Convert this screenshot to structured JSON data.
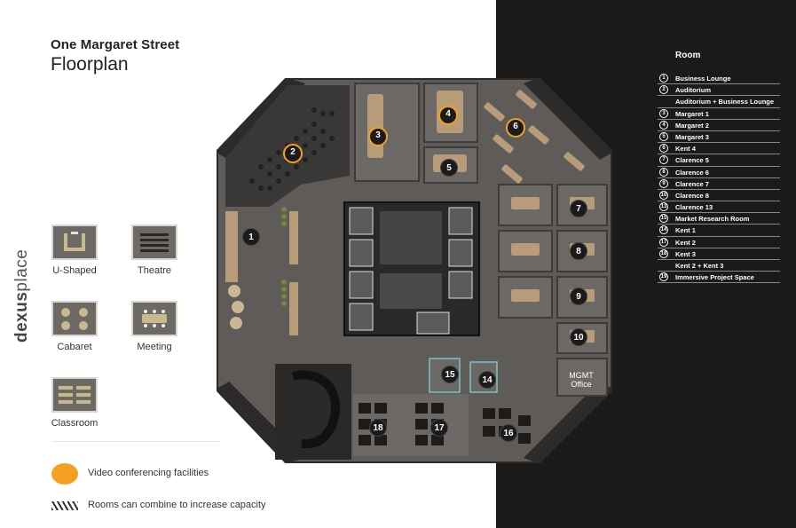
{
  "title": {
    "line1": "One Margaret Street",
    "line2": "Floorplan"
  },
  "brand": {
    "part1": "dexus",
    "part2": "place"
  },
  "layouts": [
    {
      "label": "U-Shaped"
    },
    {
      "label": "Theatre"
    },
    {
      "label": "Cabaret"
    },
    {
      "label": "Meeting"
    },
    {
      "label": "Classroom"
    }
  ],
  "legend": {
    "video": "Video conferencing facilities",
    "combine": "Rooms can combine to increase capacity"
  },
  "colors": {
    "panel": "#1c1a19",
    "accent": "#f5a023",
    "floor": "#5e5b58"
  },
  "room_header": "Room",
  "rooms": [
    {
      "num": "1",
      "name": "Business Lounge"
    },
    {
      "num": "2",
      "name": "Auditorium"
    },
    {
      "num": "",
      "name": "Auditorium + Business Lounge"
    },
    {
      "num": "3",
      "name": "Margaret 1"
    },
    {
      "num": "4",
      "name": "Margaret 2"
    },
    {
      "num": "5",
      "name": "Margaret 3"
    },
    {
      "num": "6",
      "name": "Kent 4"
    },
    {
      "num": "7",
      "name": "Clarence 5"
    },
    {
      "num": "8",
      "name": "Clarence 6"
    },
    {
      "num": "9",
      "name": "Clarence 7"
    },
    {
      "num": "10",
      "name": "Clarence 8"
    },
    {
      "num": "13",
      "name": "Clarence 13"
    },
    {
      "num": "15",
      "name": "Market Research Room"
    },
    {
      "num": "14",
      "name": "Kent 1"
    },
    {
      "num": "17",
      "name": "Kent 2"
    },
    {
      "num": "18",
      "name": "Kent 3"
    },
    {
      "num": "",
      "name": "Kent 2 + Kent 3"
    },
    {
      "num": "19",
      "name": "Immersive Project Space"
    }
  ],
  "plan_markers": [
    "1",
    "2",
    "3",
    "4",
    "5",
    "6",
    "7",
    "8",
    "9",
    "10",
    "14",
    "15",
    "16",
    "17",
    "18"
  ],
  "mgmt": {
    "line1": "MGMT",
    "line2": "Office"
  }
}
